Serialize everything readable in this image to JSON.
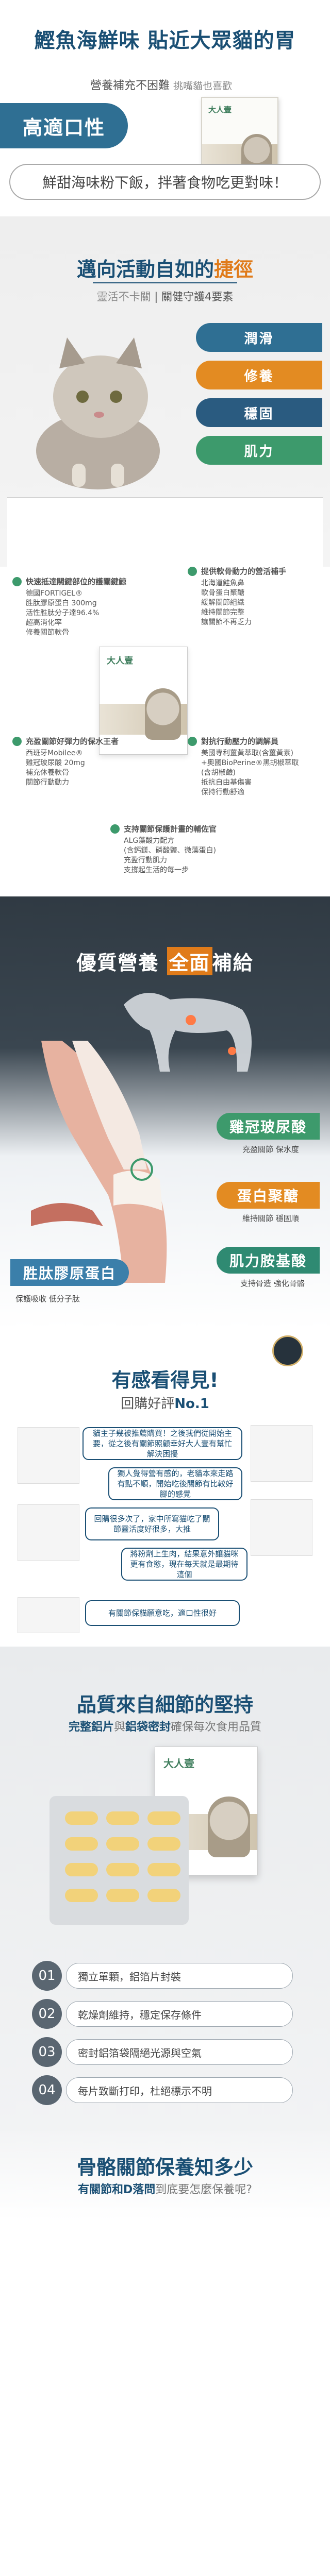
{
  "s1": {
    "headline": "鰹魚海鮮味 貼近大眾貓的胃",
    "sub_main": "營養補充不困難",
    "sub_gray": "挑嘴貓也喜歡",
    "pill": "高適口性",
    "brand": "大人壹",
    "tagline": "鮮甜海味粉下飯，拌著食物吃更對味！"
  },
  "s2": {
    "title_a": "邁向活動自如的",
    "title_hl": "捷徑",
    "sub_gray": "靈活不卡關",
    "sub_main": "關健守護4要素",
    "tags": [
      "潤滑",
      "修養",
      "穩固",
      "肌力"
    ]
  },
  "s3": {
    "brand": "大人壹",
    "features": [
      {
        "title": "快速抵達關鍵部位的護關鍵鯨",
        "lines": [
          "德國FORTIGEL®",
          "胜肽膠原蛋白 300mg",
          "活性胜肽分子達96.4%",
          "超高消化率",
          "修養關節軟骨"
        ]
      },
      {
        "title": "提供軟骨動力的營活補手",
        "lines": [
          "北海道鮭魚鼻",
          "軟骨蛋白聚醣",
          "緩解關節組織",
          "維持關節完整",
          "讓關節不再乏力"
        ]
      },
      {
        "title": "充盈關節好彈力的保水王者",
        "lines": [
          "西班牙Mobilee®",
          "雞冠玻尿酸 20mg",
          "補充休養軟骨",
          "關節行動動力"
        ]
      },
      {
        "title": "對抗行動壓力的調解員",
        "lines": [
          "美國專利薑黃萃取(含薑黃素)",
          "+奧國BioPerine®黑胡椒萃取",
          "(含胡椒鹼)",
          "抵抗自由基傷害",
          "保持行動舒適"
        ]
      },
      {
        "title": "支持關節保護計畫的輔佐官",
        "lines": [
          "ALG藻酸力配方",
          "(含鈣鎂、磷酸鹽、微藻蛋白)",
          "充盈行動肌力",
          "支撐起生活的每一步"
        ]
      }
    ]
  },
  "s4": {
    "title_a": "優質營養",
    "title_hl": "全面",
    "title_b": "補給",
    "labels": [
      "雞冠玻尿酸",
      "蛋白聚醣",
      "肌力胺基酸",
      "胜肽膠原蛋白"
    ],
    "captions": [
      "充盈關節 保水度",
      "維持關節 穩固順",
      "支持骨造 強化骨骼",
      "保護吸收 低分子肽"
    ]
  },
  "s5": {
    "title": "有感看得見!",
    "sub_a": "回購好評",
    "sub_no": "No.1",
    "reviews": [
      "貓主子幾被推薦購買！之後我們從開始主要，從之後有關節照顧幸好大人壹有幫忙解決困擾",
      "獨人覺得營有感的，老貓本來走路有點不順，開始吃後關節有比較好腳的感覺",
      "回購很多次了，家中所寫猫吃了關節靈活度好很多，大推",
      "將粉劑上生肉，結果意外讓貓咪更有食慾，現在每天就是最期待這個",
      "有關節保貓願意吃，適口性很好"
    ]
  },
  "s6": {
    "title": "品質來自細節的堅持",
    "sub_a": "完整鋁片",
    "sub_gray": "與",
    "sub_b": "鋁袋密封",
    "sub_c": "確保每次食用品質",
    "brand": "大人壹",
    "items": [
      {
        "num": "01",
        "label": "獨立單顆，鋁箔片封裝"
      },
      {
        "num": "02",
        "label": "乾燥劑維持，穩定保存條件"
      },
      {
        "num": "03",
        "label": "密封鋁箔袋隔絕光源與空氣"
      },
      {
        "num": "04",
        "label": "每片致斷打印，杜絕標示不明"
      }
    ]
  },
  "s7": {
    "title": "骨骼關節保養知多少",
    "sub_a": "有關節和D落問",
    "sub_gray": "到底要怎麼保養呢?"
  }
}
